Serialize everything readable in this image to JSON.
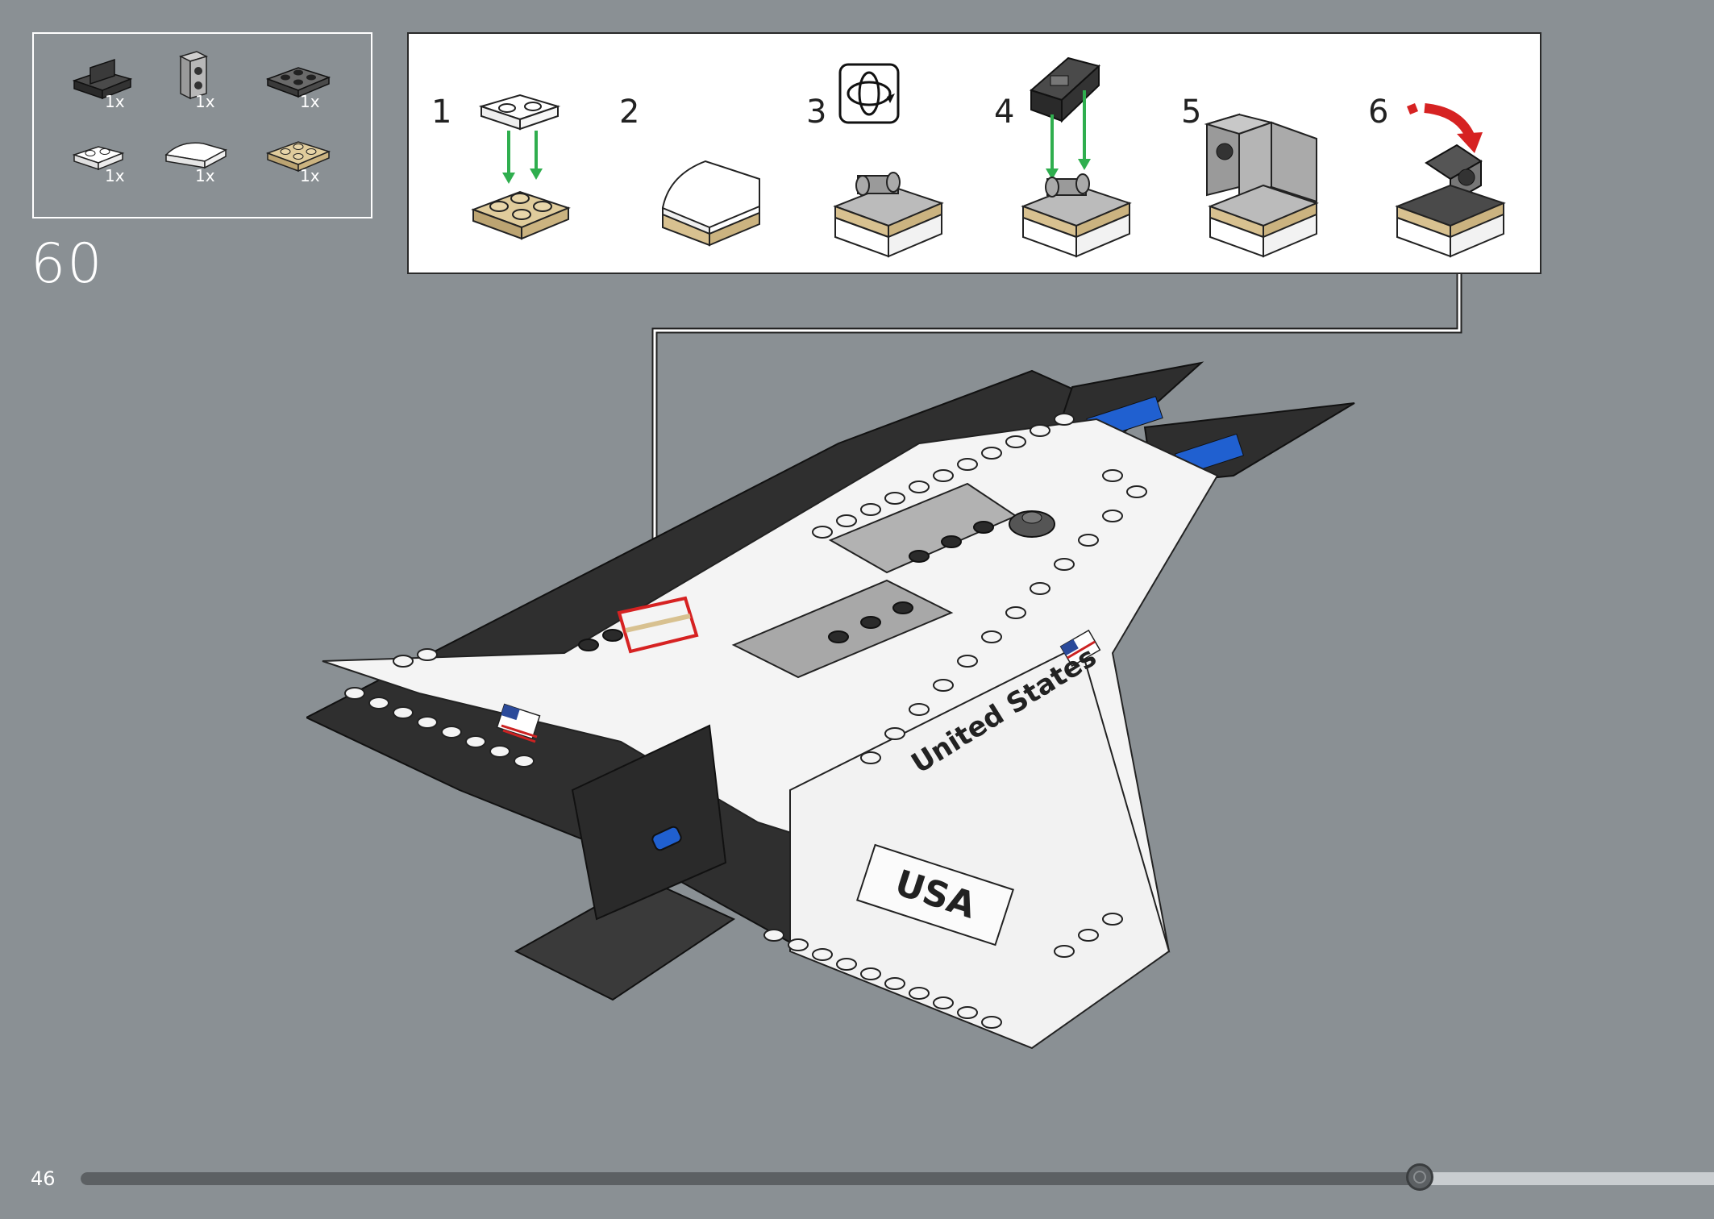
{
  "parts_list": {
    "items": [
      {
        "name": "black-bracket-plate",
        "qty": "1x",
        "color": "#3a3a3a"
      },
      {
        "name": "grey-bracket-brick",
        "qty": "1x",
        "color": "#a0a0a0"
      },
      {
        "name": "dark-grey-plate-2x2-rail",
        "qty": "1x",
        "color": "#555555"
      },
      {
        "name": "white-plate-1x2",
        "qty": "1x",
        "color": "#f4f4f4"
      },
      {
        "name": "white-curved-slope",
        "qty": "1x",
        "color": "#f4f4f4"
      },
      {
        "name": "tan-plate-2x2",
        "qty": "1x",
        "color": "#d8c190"
      }
    ]
  },
  "step": {
    "number": "60"
  },
  "sub_steps": [
    {
      "number": "1",
      "icon": "arrows-down-icon"
    },
    {
      "number": "2",
      "icon": ""
    },
    {
      "number": "3",
      "icon": "rotate-model-icon"
    },
    {
      "number": "4",
      "icon": "arrows-down-icon"
    },
    {
      "number": "5",
      "icon": ""
    },
    {
      "number": "6",
      "icon": "curved-red-arrow-icon"
    }
  ],
  "model": {
    "decal_side_text": "United States",
    "decal_wing_text": "USA"
  },
  "footer": {
    "page_number": "46",
    "progress": 0.82
  },
  "colors": {
    "background": "#8a9094",
    "panel": "#ffffff",
    "tan": "#d8c190",
    "green_arrow": "#2fae4e",
    "red_arrow": "#d62222",
    "blue_piece": "#2060d0",
    "dark_grey": "#3c3c3c"
  }
}
